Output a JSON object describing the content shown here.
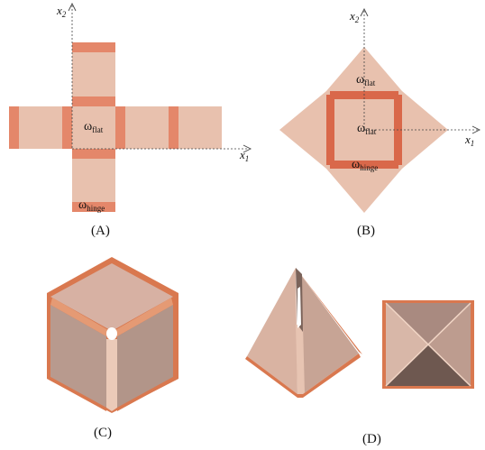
{
  "figure": {
    "panels": [
      {
        "label": "(A)",
        "axis_x": "x",
        "axis_x_sub": "1",
        "axis_y": "x",
        "axis_y_sub": "2",
        "omega_flat": "ω",
        "omega_flat_sub": "flat",
        "omega_hinge": "ω",
        "omega_hinge_sub": "hinge"
      },
      {
        "label": "(B)",
        "axis_x": "x",
        "axis_x_sub": "1",
        "axis_y": "x",
        "axis_y_sub": "2",
        "omega_flat_top": "ω",
        "omega_flat_top_sub": "flat",
        "omega_flat": "ω",
        "omega_flat_sub": "flat",
        "omega_hinge": "ω",
        "omega_hinge_sub": "hinge"
      },
      {
        "label": "(C)"
      },
      {
        "label": "(D)"
      }
    ],
    "colors": {
      "flat_face": "#e8c1ae",
      "hinge_strip": "#e4876a",
      "hinge_strip_dark": "#d9684a",
      "cube_top": "#d7b1a3",
      "cube_side": "#b99a8e",
      "pyramid_dark": "#6e5850",
      "axis": "#444444"
    }
  }
}
